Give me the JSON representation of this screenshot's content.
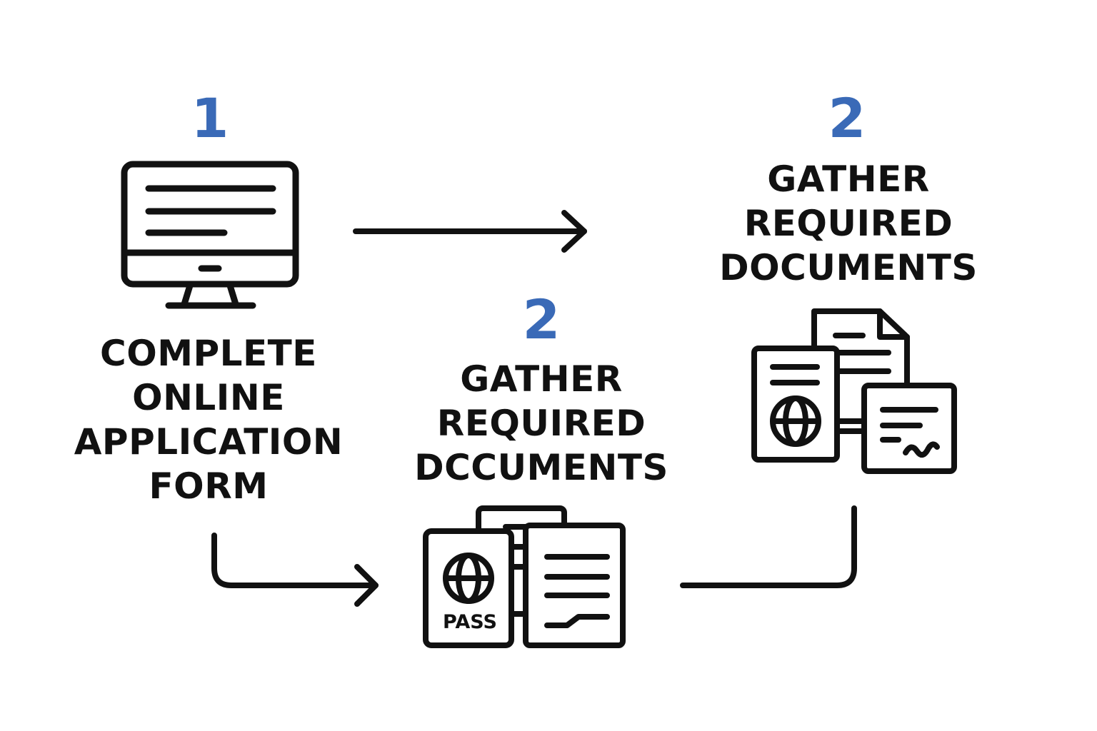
{
  "colors": {
    "accent": "#3a6ab7",
    "ink": "#111111",
    "background": "#ffffff"
  },
  "steps": [
    {
      "number": "1",
      "label_lines": [
        "COMPLETE",
        "ONLINE",
        "APPLICATION",
        "FORM"
      ],
      "icon": "computer-monitor-icon"
    },
    {
      "number": "2",
      "label_lines": [
        "GATHER",
        "REQUIRED",
        "DCCUMENTS"
      ],
      "icon": "passport-documents-icon",
      "icon_text": "PASS"
    },
    {
      "number": "2",
      "label_lines": [
        "GATHER",
        "REQUIRED",
        "DOCUMENTS"
      ],
      "icon": "passport-certificate-documents-icon"
    }
  ],
  "connectors": [
    "arrow-right-icon",
    "elbow-arrow-icon",
    "elbow-connector-icon"
  ]
}
